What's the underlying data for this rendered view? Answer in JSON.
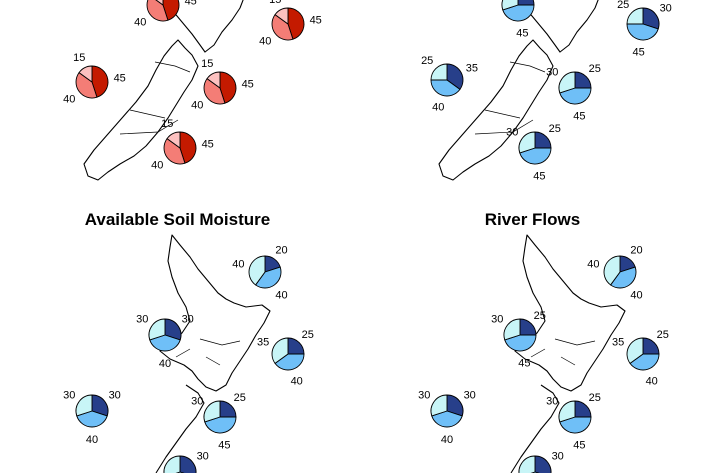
{
  "panels": [
    {
      "title": "",
      "colors": [
        "#c41a00",
        "#f47d76",
        "#fcc1c0"
      ],
      "pies": [
        {
          "id": "north-west",
          "values": [
            45,
            40,
            15
          ],
          "labels": [
            "45",
            "40",
            "15"
          ]
        },
        {
          "id": "north-east",
          "values": [
            45,
            40,
            15
          ],
          "labels": [
            "45",
            "40",
            "15"
          ]
        },
        {
          "id": "central-north",
          "values": [
            45,
            40,
            15
          ],
          "labels": [
            "45",
            "40",
            "15"
          ]
        },
        {
          "id": "west",
          "values": [
            45,
            40,
            15
          ],
          "labels": [
            "45",
            "40",
            "15"
          ]
        },
        {
          "id": "east",
          "values": [
            45,
            40,
            15
          ],
          "labels": [
            "45",
            "40",
            "15"
          ]
        },
        {
          "id": "south",
          "values": [
            45,
            40,
            15
          ],
          "labels": [
            "45",
            "40",
            "15"
          ]
        }
      ]
    },
    {
      "title": "",
      "colors": [
        "#273f8a",
        "#6fbff7",
        "#c8f5f7"
      ],
      "pies": [
        {
          "id": "north-west",
          "values": [
            25,
            45,
            30
          ],
          "labels": [
            "",
            "45",
            "25"
          ]
        },
        {
          "id": "north-east",
          "values": [
            30,
            45,
            25
          ],
          "labels": [
            "30",
            "45",
            "25"
          ]
        },
        {
          "id": "west",
          "values": [
            35,
            40,
            25
          ],
          "labels": [
            "35",
            "40",
            "25"
          ]
        },
        {
          "id": "east",
          "values": [
            25,
            45,
            30
          ],
          "labels": [
            "25",
            "45",
            "30"
          ]
        },
        {
          "id": "south",
          "values": [
            25,
            45,
            30
          ],
          "labels": [
            "25",
            "45",
            "30"
          ]
        }
      ]
    },
    {
      "title": "Available Soil Moisture",
      "colors": [
        "#273f8a",
        "#6fbff7",
        "#c8f5f7"
      ],
      "pies": [
        {
          "id": "north",
          "values": [
            20,
            40,
            40
          ],
          "labels": [
            "20",
            "40",
            "40"
          ]
        },
        {
          "id": "central-north",
          "values": [
            30,
            40,
            30
          ],
          "labels": [
            "30",
            "40",
            "30"
          ]
        },
        {
          "id": "east",
          "values": [
            25,
            40,
            35
          ],
          "labels": [
            "25",
            "40",
            "35"
          ]
        },
        {
          "id": "west",
          "values": [
            30,
            40,
            30
          ],
          "labels": [
            "30",
            "40",
            "30"
          ]
        },
        {
          "id": "central-south",
          "values": [
            25,
            45,
            30
          ],
          "labels": [
            "25",
            "45",
            "30"
          ]
        },
        {
          "id": "south",
          "values": [
            30,
            40,
            30
          ],
          "labels": [
            "30",
            "",
            ""
          ]
        }
      ]
    },
    {
      "title": "River Flows",
      "colors": [
        "#273f8a",
        "#6fbff7",
        "#c8f5f7"
      ],
      "pies": [
        {
          "id": "north",
          "values": [
            20,
            40,
            40
          ],
          "labels": [
            "20",
            "40",
            "40"
          ]
        },
        {
          "id": "central-north",
          "values": [
            25,
            45,
            30
          ],
          "labels": [
            "25",
            "45",
            "30"
          ]
        },
        {
          "id": "east",
          "values": [
            25,
            40,
            35
          ],
          "labels": [
            "25",
            "40",
            "35"
          ]
        },
        {
          "id": "west",
          "values": [
            30,
            40,
            30
          ],
          "labels": [
            "30",
            "40",
            "30"
          ]
        },
        {
          "id": "central-south",
          "values": [
            25,
            45,
            30
          ],
          "labels": [
            "25",
            "45",
            "30"
          ]
        },
        {
          "id": "south",
          "values": [
            30,
            40,
            30
          ],
          "labels": [
            "30",
            "",
            ""
          ]
        }
      ]
    }
  ]
}
